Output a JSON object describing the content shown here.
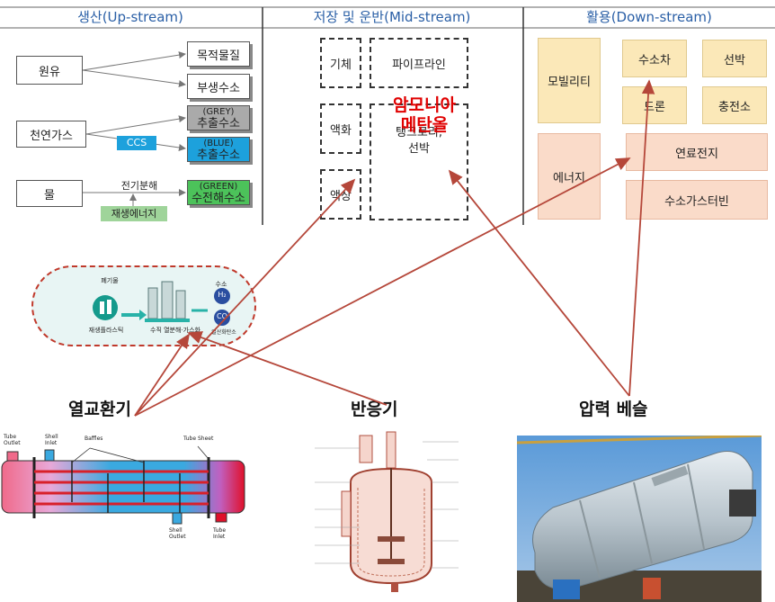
{
  "header": {
    "upstream": "생산(Up-stream)",
    "midstream": "저장 및 운반(Mid-stream)",
    "downstream": "활용(Down-stream)"
  },
  "upstream": {
    "crude_oil": "원유",
    "natural_gas": "천연가스",
    "water": "물",
    "target_material": "목적물질",
    "byproduct_hydrogen": "부생수소",
    "grey_tag": "(GREY)",
    "grey_hydrogen": "추출수소",
    "blue_tag": "(BLUE)",
    "blue_hydrogen": "추출수소",
    "green_tag": "(GREEN)",
    "green_hydrogen": "수전해수소",
    "ccs": "CCS",
    "electrolysis": "전기분해",
    "renewable": "재생에너지"
  },
  "midstream": {
    "gas": "기체",
    "pipeline": "파이프라인",
    "liquefaction": "액화",
    "liquid": "액상",
    "ammonia": "암모니아",
    "methanol": "메탄올",
    "tank_lorry": "탱크로리,",
    "ship": "선박"
  },
  "downstream": {
    "mobility": "모빌리티",
    "energy": "에너지",
    "hydrogen_car": "수소차",
    "ship": "선박",
    "drone": "드론",
    "charging_station": "충전소",
    "fuel_cell": "연료전지",
    "hydrogen_gas_turbine": "수소가스터빈"
  },
  "process_diagram": {
    "waste": "폐기물",
    "recycled_plastic": "재생플라스틱",
    "gasification": "수직 열분해·가스화",
    "hydrogen": "수소",
    "h2": "H₂",
    "co": "CO",
    "co_text": "일산화탄소"
  },
  "equipment": {
    "heat_exchanger": "열교환기",
    "reactor": "반응기",
    "pressure_vessel": "압력 베슬"
  },
  "heat_exchanger_labels": {
    "tube_outlet": "Tube Outlet",
    "shell_inlet": "Shell Inlet",
    "baffles": "Baffles",
    "tube_sheet": "Tube Sheet",
    "shell_outlet": "Shell Outlet",
    "tube_inlet": "Tube Inlet"
  },
  "colors": {
    "header_blue": "#2a5fa6",
    "arrow_red": "#b5473a",
    "highlight_red": "#e00000",
    "grey_box": "#aaaaaa",
    "blue_box": "#1da1dc",
    "green_box": "#4cc25a",
    "mobility_yellow": "#fbe8b8",
    "energy_pink": "#fadbc9"
  }
}
